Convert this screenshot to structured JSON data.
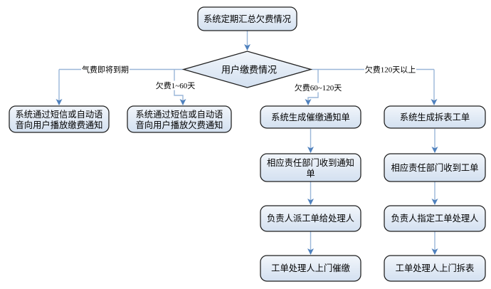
{
  "colors": {
    "background": "#ffffff",
    "node_border": "#1f1f1f",
    "node_fill_top": "#f2f6fb",
    "node_fill_bottom": "#d3e0f0",
    "connector": "#9ab6d8",
    "arrowhead": "#4f81bd",
    "text": "#000000",
    "label_background": "#ffffff"
  },
  "nodes": {
    "start": {
      "label": "系统定期汇总欠费情况"
    },
    "decision": {
      "label": "用户缴费情况"
    },
    "col1_notify_pay": {
      "line1": "系统通过短信或自动语",
      "line2": "音向用户播放缴费通知"
    },
    "col2_notify_arrears": {
      "line1": "系统通过短信或自动语",
      "line2": "音向用户播放欠费通知"
    },
    "col3_generate_notice": {
      "label": "系统生成催缴通知单"
    },
    "col3_dept_receive": {
      "line1": "相应责任部门收到通知",
      "line2": "单"
    },
    "col3_assign": {
      "label": "负责人派工单给处理人"
    },
    "col3_visit": {
      "label": "工单处理人上门催缴"
    },
    "col4_generate_order": {
      "label": "系统生成拆表工单"
    },
    "col4_dept_receive": {
      "label": "相应责任部门收到工单"
    },
    "col4_assign": {
      "label": "负责人指定工单处理人"
    },
    "col4_visit": {
      "label": "工单处理人上门拆表"
    }
  },
  "branches": {
    "due_soon": "气费即将到期",
    "overdue_1_60": "欠费1~60天",
    "overdue_60_120": "欠费60~120天",
    "overdue_120_plus": "欠费120天以上"
  }
}
